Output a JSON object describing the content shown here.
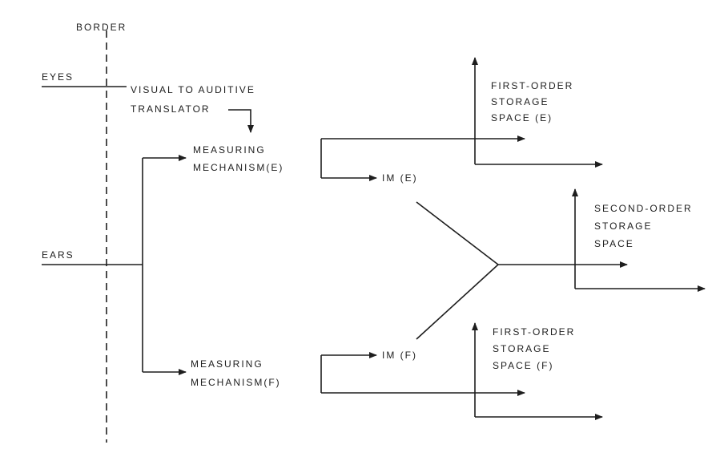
{
  "labels": {
    "border": "BORDER",
    "eyes": "EYES",
    "ears": "EARS",
    "translator": [
      "VISUAL TO AUDITIVE",
      "TRANSLATOR"
    ],
    "measuring_e": [
      "MEASURING",
      "MECHANISM(E)"
    ],
    "measuring_f": [
      "MEASURING",
      "MECHANISM(F)"
    ],
    "im_e": "IM (E)",
    "im_f": "IM (F)",
    "storage_e": [
      "FIRST-ORDER",
      "STORAGE",
      "SPACE (E)"
    ],
    "storage_f": [
      "FIRST-ORDER",
      "STORAGE",
      "SPACE (F)"
    ],
    "storage_second": [
      "SECOND-ORDER",
      "STORAGE",
      "SPACE"
    ]
  },
  "colors": {
    "ink": "#1e1e1e",
    "background": "#ffffff"
  }
}
